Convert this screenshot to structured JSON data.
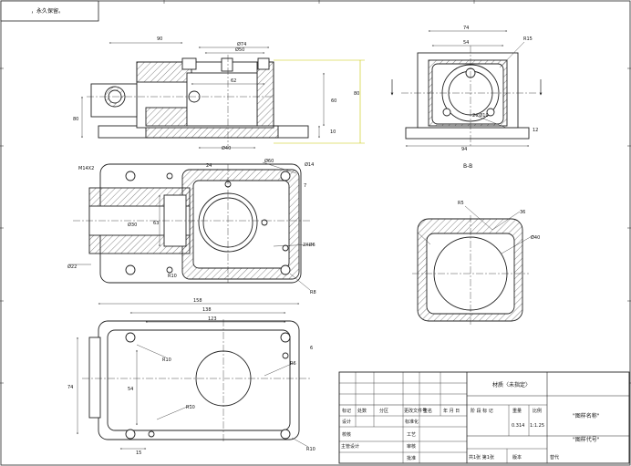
{
  "note_box": {
    "text": "，永久保留。"
  },
  "section_label": "B-B",
  "views": {
    "front": {
      "dims": {
        "d1": "90",
        "d2": "Ø74",
        "d3": "Ø50",
        "d4": "62",
        "d5": "60",
        "d6": "80",
        "d7": "10",
        "d8": "80",
        "d9": "Ø40"
      }
    },
    "side": {
      "dims": {
        "width_top": "74",
        "width_mid": "54",
        "width_bottom": "94",
        "callout": "R15",
        "callout2": "2×Ø10",
        "bot": "12"
      }
    },
    "plan": {
      "dims": {
        "thread": "M14X2",
        "d24": "24",
        "d14": "Ø14",
        "d7": "7",
        "d30": "Ø30",
        "d63": "63",
        "d22": "Ø22",
        "d60": "Ø60",
        "holes": "2XØ6",
        "r8": "R8",
        "r10": "R10"
      }
    },
    "detail": {
      "dims": {
        "c1": "R5",
        "c2": "36",
        "c3": "Ø40"
      }
    },
    "bottom": {
      "dims": {
        "w158": "158",
        "w138": "138",
        "w123": "123",
        "h74": "74",
        "h54": "54",
        "r10a": "R10",
        "r10b": "R10",
        "r10c": "R10",
        "r6": "R6",
        "w15": "15",
        "s6": "6"
      }
    }
  },
  "title_block": {
    "material": "材质〈未指定〉",
    "part_name": "\"图样名称\"",
    "part_code": "\"图样代号\"",
    "weight": "重量",
    "scale": "比例",
    "stage_mark": "阶 段 标 记",
    "weight_val": "0.314",
    "scale_val": "1:1.25",
    "rows": {
      "marks": "标记",
      "count": "处数",
      "zone": "分区",
      "change_doc": "更改文件号",
      "sign": "签名",
      "date": "年 月 日",
      "design": "设计",
      "standardize": "标准化",
      "check": "校核",
      "process": "工艺",
      "chief": "主管设计",
      "review": "审核",
      "approve": "批准"
    },
    "sheets": "共1张  第1张",
    "version": "版本",
    "replace": "替代"
  }
}
